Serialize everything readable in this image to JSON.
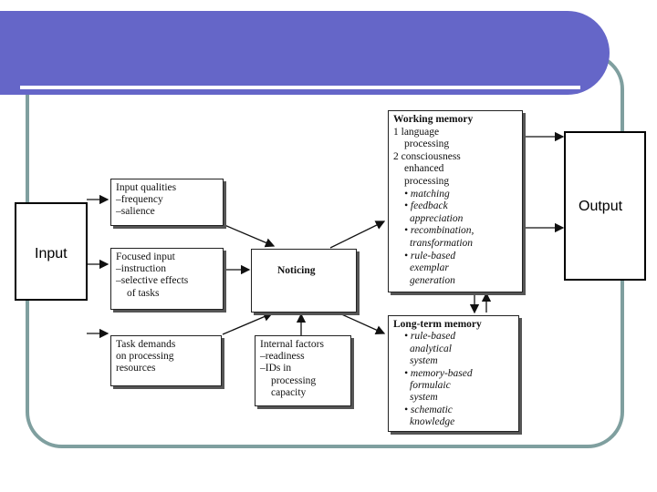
{
  "side_boxes": {
    "input": "Input",
    "output": "Output"
  },
  "diagram": {
    "input_qualities": {
      "title": "Input qualities",
      "items": [
        "–frequency",
        "–salience"
      ]
    },
    "focused_input": {
      "title": "Focused input",
      "items": [
        "–instruction",
        "–selective effects",
        "of tasks"
      ]
    },
    "task_demands": {
      "lines": [
        "Task demands",
        "on processing",
        "resources"
      ]
    },
    "noticing": "Noticing",
    "internal_factors": {
      "lines": [
        "Internal factors",
        "–readiness",
        "–IDs in",
        "processing",
        "capacity"
      ]
    },
    "working_memory": {
      "title": "Working memory",
      "lines": [
        "1  language",
        "processing",
        "2  consciousness",
        "enhanced",
        "processing",
        "• matching",
        "• feedback",
        "appreciation",
        "• recombination,",
        "transformation",
        "• rule-based",
        "exemplar",
        "generation"
      ]
    },
    "long_term_memory": {
      "title": "Long-term memory",
      "lines": [
        "• rule-based",
        "analytical",
        "system",
        "• memory-based",
        "formulaic",
        "system",
        "• schematic",
        "knowledge"
      ]
    }
  }
}
